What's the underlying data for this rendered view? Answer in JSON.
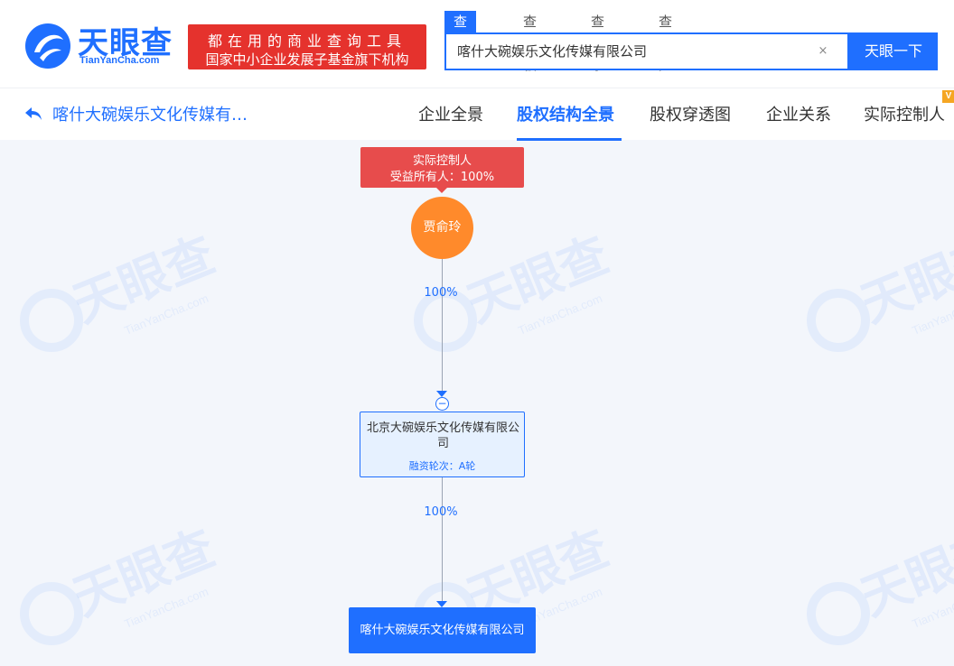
{
  "header": {
    "logo_text": "天眼查",
    "logo_sub": "TianYanCha.com",
    "slogan_line1": "都在用的商业查询工具",
    "slogan_line2": "国家中小企业发展子基金旗下机构",
    "search_tabs": [
      {
        "label": "查公司",
        "active": true
      },
      {
        "label": "查老板",
        "active": false
      },
      {
        "label": "查关系",
        "active": false
      },
      {
        "label": "查风险",
        "active": false
      }
    ],
    "search_value": "喀什大碗娱乐文化传媒有限公司",
    "clear_symbol": "×",
    "search_button": "天眼一下",
    "brand_color": "#1f6fff"
  },
  "subnav": {
    "company_title": "喀什大碗娱乐文化传媒有…",
    "tabs": [
      {
        "label": "企业全景",
        "active": false
      },
      {
        "label": "股权结构全景",
        "active": true
      },
      {
        "label": "股权穿透图",
        "active": false
      },
      {
        "label": "企业关系",
        "active": false
      },
      {
        "label": "实际控制人",
        "active": false
      }
    ],
    "vip_badge": "V"
  },
  "diagram": {
    "controller_tag_line1": "实际控制人",
    "controller_tag_line2": "受益所有人：100%",
    "person_name": "贾俞玲",
    "edge1_percent": "100%",
    "collapse_symbol": "−",
    "middle_company_name": "北京大碗娱乐文化传媒有限公司",
    "middle_company_round": "融资轮次：A轮",
    "edge2_percent": "100%",
    "target_company_name": "喀什大碗娱乐文化传媒有限公司",
    "watermark_text": "天眼查",
    "watermark_sub": "TianYanCha.com",
    "person_color": "#ff8a2b",
    "controller_color": "#e74c4c"
  }
}
